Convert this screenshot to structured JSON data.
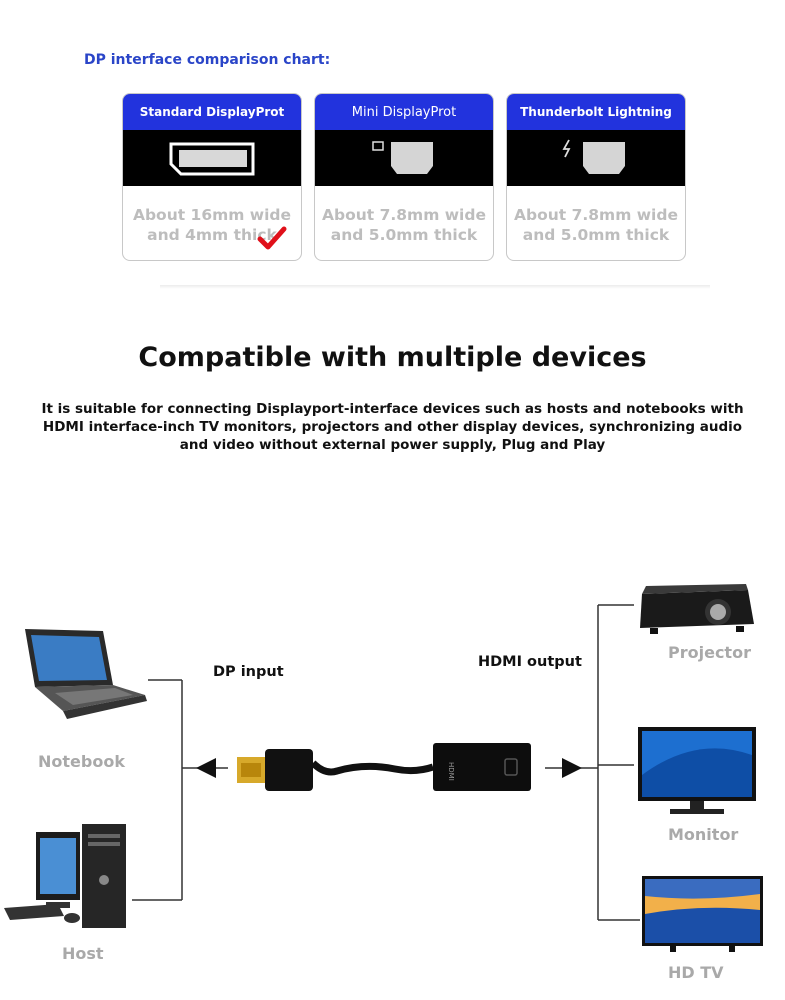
{
  "comparison": {
    "title": "DP interface comparison chart:",
    "cards": [
      {
        "title": "Standard DisplayProt",
        "description": "About 16mm wide and 4mm thick",
        "selected": true
      },
      {
        "title": "Mini DisplayProt",
        "description": "About 7.8mm wide and 5.0mm thick",
        "selected": false
      },
      {
        "title": "Thunderbolt Lightning",
        "description": "About 7.8mm wide and 5.0mm thick",
        "selected": false
      }
    ],
    "header_color": "#2233dd",
    "check_color": "#e0101a"
  },
  "compat": {
    "heading": "Compatible with multiple devices",
    "description": "It is suitable for connecting Displayport-interface devices such as hosts and notebooks with HDMI interface-inch TV monitors, projectors and other display devices, synchronizing audio and video without external power supply, Plug and Play"
  },
  "diagram": {
    "input_label": "DP input",
    "output_label": "HDMI output",
    "adapter_text": "HDMI",
    "sources": [
      "Notebook",
      "Host"
    ],
    "outputs": [
      "Projector",
      "Monitor",
      "HD TV"
    ]
  }
}
